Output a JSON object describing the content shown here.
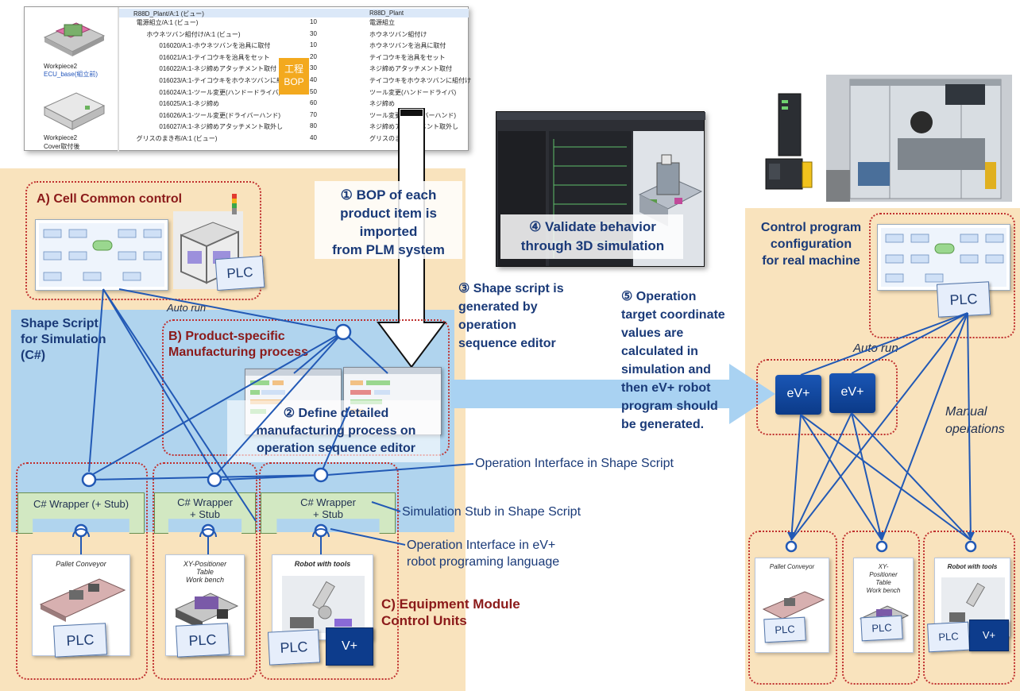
{
  "bop": {
    "root": "R88D_Plant/A:1 (ビュー)",
    "root_right": "R88D_Plant",
    "rows": [
      {
        "name": "電源組立/A:1 (ビュー)",
        "num": "10",
        "desc": "電源組立"
      },
      {
        "name": "ホウネツバン組付け/A:1 (ビュー)",
        "num": "30",
        "desc": "ホウネツバン組付け"
      },
      {
        "name": "016020/A:1-ホウネツバンを治具に取付",
        "num": "10",
        "desc": "ホウネツバンを治具に取付"
      },
      {
        "name": "016021/A:1-テイコウキを治具をセット",
        "num": "20",
        "desc": "テイコウキを治具をセット"
      },
      {
        "name": "016022/A:1-ネジ締めアタッチメント取付",
        "num": "30",
        "desc": "ネジ締めアタッチメント取付"
      },
      {
        "name": "016023/A:1-テイコウキをホウネツバンに組付け",
        "num": "40",
        "desc": "テイコウキをホウネツバンに組付け"
      },
      {
        "name": "016024/A:1-ツール変更(ハンドードライバ)",
        "num": "50",
        "desc": "ツール変更(ハンドードライバ)"
      },
      {
        "name": "016025/A:1-ネジ締め",
        "num": "60",
        "desc": "ネジ締め"
      },
      {
        "name": "016026/A:1-ツール変更(ドライバーハンド)",
        "num": "70",
        "desc": "ツール変更(ドライバーハンド)"
      },
      {
        "name": "016027/A:1-ネジ締めアタッチメント取外し",
        "num": "80",
        "desc": "ネジ締めアタッチメント取外し"
      },
      {
        "name": "グリスのまき布/A:1 (ビュー)",
        "num": "40",
        "desc": "グリスのまき布"
      }
    ],
    "badge": "工程\nBOP",
    "workpiece1": "Workpiece2",
    "workpiece1_sub": "ECU_base(組立前)",
    "workpiece2": "Workpiece2",
    "workpiece2_sub": "Cover取付後"
  },
  "steps": {
    "s1": "① BOP of each\nproduct item is\nimported\nfrom PLM system",
    "s2": "② Define detailed\nmanufacturing process on\noperation sequence editor",
    "s3": "③ Shape script is\ngenerated by\noperation\nsequence editor",
    "s4": "④ Validate behavior\nthrough 3D simulation",
    "s5": "⑤ Operation\ntarget coordinate\nvalues are\ncalculated in\nsimulation and\nthen eV+ robot\nprogram should\nbe generated."
  },
  "left": {
    "cell_common": "A) Cell Common control",
    "auto_run": "Auto run",
    "shape_script": "Shape Script\nfor Simulation\n(C#)",
    "product_specific": "B) Product-specific\nManufacturing process",
    "equipment": "C) Equipment Module\nControl Units",
    "wrapper1": "C# Wrapper (+ Stub)",
    "wrapper2": "C# Wrapper\n+ Stub",
    "wrapper3": "C# Wrapper\n+ Stub",
    "card1": "Pallet Conveyor",
    "card2": "XY-Positioner\nTable\nWork bench",
    "card3": "Robot with tools",
    "plc": "PLC",
    "vplus": "V+"
  },
  "callouts": {
    "op_interface_shape": "Operation Interface in Shape Script",
    "sim_stub": "Simulation Stub in Shape Script",
    "op_interface_ev": "Operation Interface in eV+\nrobot programing language"
  },
  "right": {
    "title": "Control program\nconfiguration\nfor real machine",
    "auto_run": "Auto run",
    "manual": "Manual\noperations",
    "ev1": "eV+",
    "ev2": "eV+",
    "plc": "PLC",
    "card1": "Pallet Conveyor",
    "card2": "XY-\nPositioner\nTable\nWork bench",
    "card3": "Robot with tools",
    "vplus": "V+"
  },
  "colors": {
    "tan": "#f9e3bd",
    "blue_panel": "#a9d2f2",
    "navy_text": "#1a3a78",
    "dark_red": "#8b1a1a",
    "line_blue": "#2259b5"
  }
}
